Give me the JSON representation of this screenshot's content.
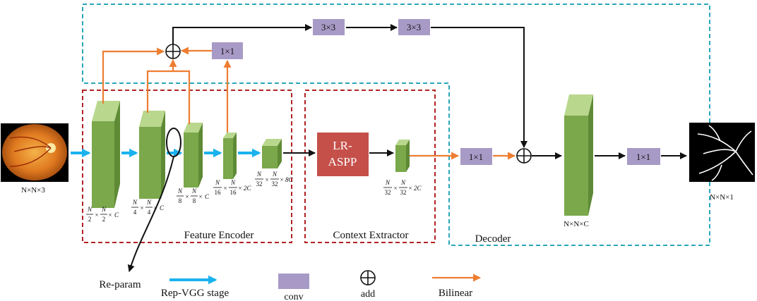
{
  "colors": {
    "block_front": "#7ba84a",
    "block_side": "#5f8a35",
    "block_top": "#b9d88e",
    "conv": "#a89ac6",
    "aspp": "#c5504a",
    "orange": "#ed7d31",
    "blue": "#1ab2ee",
    "encoder_box": "#b22222",
    "decoder_box": "#2aa7b9"
  },
  "input": {
    "label": "N×N×3"
  },
  "output": {
    "label": "N×N×1"
  },
  "encoder": {
    "title": "Feature Encoder",
    "stages": [
      {
        "num1": "N",
        "den1": "2",
        "num2": "N",
        "den2": "2",
        "suffix": "C"
      },
      {
        "num1": "N",
        "den1": "4",
        "num2": "N",
        "den2": "4",
        "suffix": "C"
      },
      {
        "num1": "N",
        "den1": "8",
        "num2": "N",
        "den2": "8",
        "suffix": "C"
      },
      {
        "num1": "N",
        "den1": "16",
        "num2": "N",
        "den2": "16",
        "suffix": "2C"
      },
      {
        "num1": "N",
        "den1": "32",
        "num2": "N",
        "den2": "32",
        "suffix": "8C"
      }
    ]
  },
  "context": {
    "title": "Context Extractor",
    "aspp_line1": "LR-",
    "aspp_line2": "ASPP",
    "out": {
      "num1": "N",
      "den1": "32",
      "num2": "N",
      "den2": "32",
      "suffix": "2C"
    }
  },
  "decoder": {
    "title": "Decoder",
    "block_label": "N×N×C"
  },
  "conv_labels": {
    "skip": "1×1",
    "top_a": "3×3",
    "top_b": "3×3",
    "mid": "1×1",
    "out": "1×1"
  },
  "legend": {
    "reparam": "Re-param",
    "repvgg": "Rep-VGG stage",
    "conv": "conv",
    "add": "add",
    "bilinear": "Bilinear"
  }
}
